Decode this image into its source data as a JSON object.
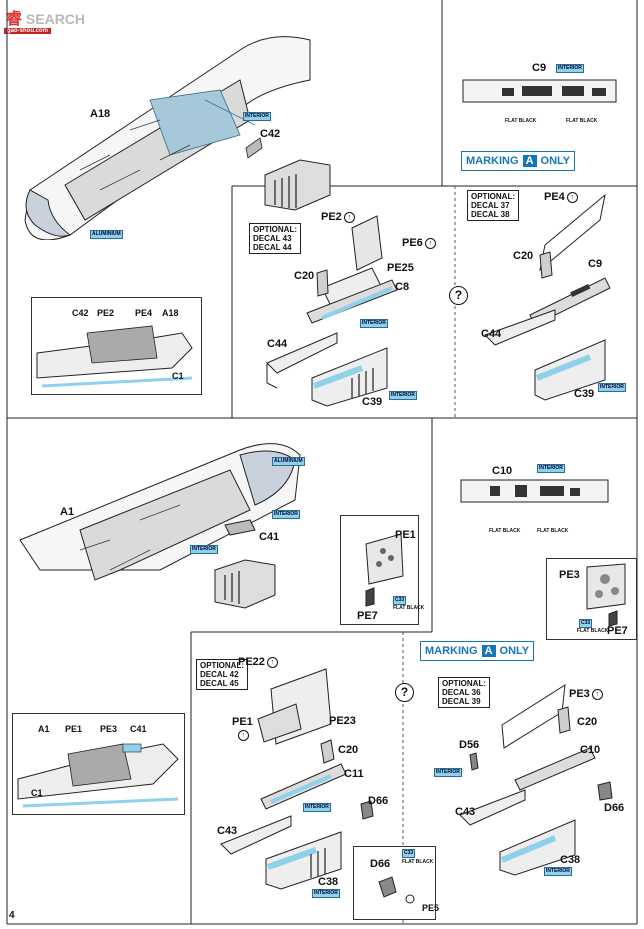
{
  "watermark": {
    "cn": "睿",
    "text": "SEARCH",
    "sub": "gao-shou.com"
  },
  "page_number": "4",
  "top": {
    "part_main": "A18",
    "part_c42": "C42",
    "tag_aluminium_top": "ALUMINIUM",
    "tag_interior_top": "INTERIOR",
    "detail": {
      "c42": "C42",
      "pe2": "PE2",
      "pe4": "PE4",
      "a18": "A18",
      "c1": "C1"
    },
    "instrument_panel": {
      "part": "C9",
      "tag_interior": "INTERIOR",
      "flat_black_1": "FLAT BLACK",
      "flat_black_2": "FLAT BLACK"
    },
    "marking": {
      "prefix": "MARKING",
      "letter": "A",
      "suffix": "ONLY"
    },
    "left_option": {
      "optional": "OPTIONAL:\nDECAL 43\nDECAL 44",
      "pe2": "PE2",
      "pe6": "PE6",
      "pe25": "PE25",
      "c20": "C20",
      "c8": "C8",
      "c44": "C44",
      "c39": "C39",
      "tag_interior_1": "INTERIOR",
      "tag_interior_2": "INTERIOR"
    },
    "question": "?",
    "right_option": {
      "optional": "OPTIONAL:\nDECAL 37\nDECAL 38",
      "pe4": "PE4",
      "c20": "C20",
      "c9": "C9",
      "c44": "C44",
      "c39": "C39",
      "tag_interior": "INTERIOR"
    }
  },
  "bottom": {
    "part_main": "A1",
    "part_c41": "C41",
    "tag_aluminium": "ALUMINIUM",
    "tag_interior_1": "INTERIOR",
    "tag_interior_2": "INTERIOR",
    "instrument_panel": {
      "part": "C10",
      "tag_interior": "INTERIOR",
      "flat_black_1": "FLAT BLACK",
      "flat_black_2": "FLAT BLACK"
    },
    "pe1_box": {
      "pe1": "PE1",
      "pe7": "PE7",
      "tag_c33": "C33",
      "flat_black": "FLAT BLACK"
    },
    "pe3_box": {
      "pe3": "PE3",
      "pe7": "PE7",
      "tag_c33": "C33",
      "flat_black": "FLAT BLACK"
    },
    "marking": {
      "prefix": "MARKING",
      "letter": "A",
      "suffix": "ONLY"
    },
    "detail": {
      "a1": "A1",
      "pe1": "PE1",
      "pe3": "PE3",
      "c41": "C41",
      "c1": "C1"
    },
    "left_option": {
      "optional": "OPTIONAL:\nDECAL 42\nDECAL 45",
      "pe22": "PE22",
      "pe1": "PE1",
      "pe23": "PE23",
      "c20": "C20",
      "c11": "C11",
      "d66": "D66",
      "c43": "C43",
      "c38": "C38",
      "tag_interior_1": "INTERIOR",
      "tag_interior_2": "INTERIOR",
      "sub_d66": "D66",
      "sub_c33": "C33",
      "sub_flat_black": "FLAT BLACK",
      "sub_pe5": "PE5"
    },
    "question": "?",
    "right_option": {
      "optional": "OPTIONAL:\nDECAL 36\nDECAL 39",
      "pe3": "PE3",
      "c20": "C20",
      "d56": "D56",
      "c10": "C10",
      "d66": "D66",
      "c43": "C43",
      "c38": "C38",
      "tag_interior_1": "INTERIOR",
      "tag_interior_2": "INTERIOR"
    }
  }
}
